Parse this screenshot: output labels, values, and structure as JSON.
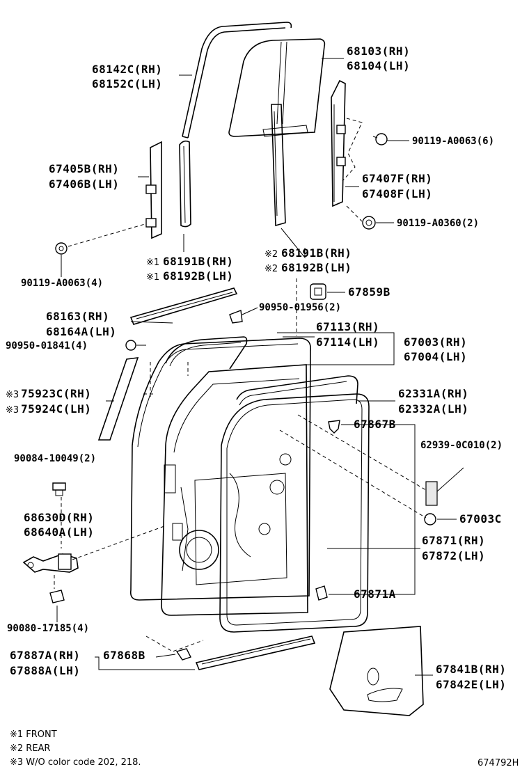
{
  "labels": {
    "p68103": "68103(RH)",
    "p68104": "68104(LH)",
    "p68142c": "68142C(RH)",
    "p68152c": "68152C(LH)",
    "p90119_a0063_6": "90119-A0063(6)",
    "p67405b": "67405B(RH)",
    "p67406b": "67406B(LH)",
    "p67407f": "67407F(RH)",
    "p67408f": "67408F(LH)",
    "p90119_a0360": "90119-A0360(2)",
    "p68191b_front_mark": "※1",
    "p68191b_front": "68191B(RH)",
    "p68192b_front_mark": "※1",
    "p68192b_front": "68192B(LH)",
    "p68191b_rear_mark": "※2",
    "p68191b_rear": "68191B(RH)",
    "p68192b_rear_mark": "※2",
    "p68192b_rear": "68192B(LH)",
    "p90119_a0063_4": "90119-A0063(4)",
    "p67859b": "67859B",
    "p68163": "68163(RH)",
    "p68164a": "68164A(LH)",
    "p90950_01956": "90950-01956(2)",
    "p67113": "67113(RH)",
    "p67114": "67114(LH)",
    "p67003": "67003(RH)",
    "p67004": "67004(LH)",
    "p90950_01841": "90950-01841(4)",
    "p75923c_mark": "※3",
    "p75923c": "75923C(RH)",
    "p75924c_mark": "※3",
    "p75924c": "75924C(LH)",
    "p62331a": "62331A(RH)",
    "p62332a": "62332A(LH)",
    "p67867b": "67867B",
    "p62939": "62939-0C010(2)",
    "p90084": "90084-10049(2)",
    "p68630d": "68630D(RH)",
    "p68640a": "68640A(LH)",
    "p67003c": "67003C",
    "p67871": "67871(RH)",
    "p67872": "67872(LH)",
    "p67871a": "67871A",
    "p90080": "90080-17185(4)",
    "p67887a": "67887A(RH)",
    "p67888a": "67888A(LH)",
    "p67868b": "67868B",
    "p67841b": "67841B(RH)",
    "p67842e": "67842E(LH)"
  },
  "notes": {
    "n1": "※1 FRONT",
    "n2": "※2 REAR",
    "n3": "※3 W/O color code 202, 218."
  },
  "figure_id": "674792H"
}
